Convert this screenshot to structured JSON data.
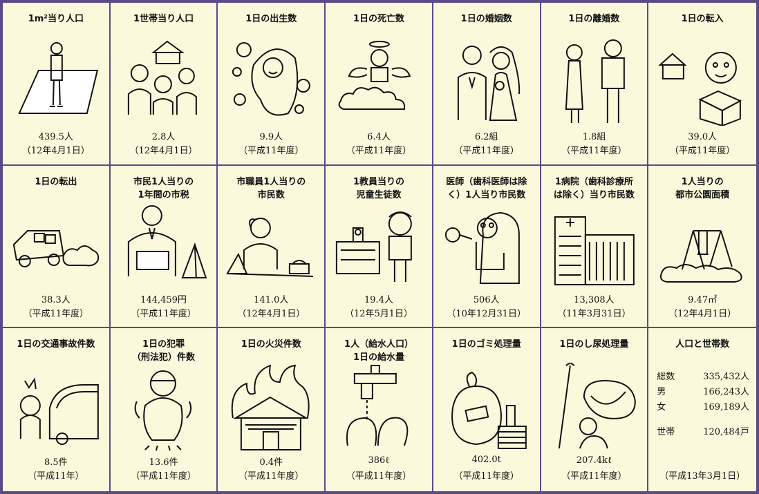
{
  "cells": [
    {
      "title": "1m²当り人口",
      "value": "439.5人",
      "note": "（12年4月1日）"
    },
    {
      "title": "1世帯当り人口",
      "value": "2.8人",
      "note": "（12年4月1日）"
    },
    {
      "title": "1日の出生数",
      "value": "9.9人",
      "note": "（平成11年度）"
    },
    {
      "title": "1日の死亡数",
      "value": "6.4人",
      "note": "（平成11年度）"
    },
    {
      "title": "1日の婚姻数",
      "value": "6.2組",
      "note": "（平成11年度）"
    },
    {
      "title": "1日の離婚数",
      "value": "1.8組",
      "note": "（平成11年度）"
    },
    {
      "title": "1日の転入",
      "value": "39.0人",
      "note": "（平成11年度）"
    },
    {
      "title": "1日の転出",
      "value": "38.3人",
      "note": "（平成11年度）"
    },
    {
      "title": "市民1人当りの\n1年間の市税",
      "value": "144,459円",
      "note": "（平成11年度）"
    },
    {
      "title": "市職員1人当りの\n市民数",
      "value": "141.0人",
      "note": "（12年4月1日）"
    },
    {
      "title": "1教員当りの\n児童生徒数",
      "value": "19.4人",
      "note": "（12年5月1日）"
    },
    {
      "title": "医師（歯科医師は除\nく）1人当り市民数",
      "value": "506人",
      "note": "（10年12月31日）"
    },
    {
      "title": "1病院（歯科診療所\nは除く）当り市民数",
      "value": "13,308人",
      "note": "（11年3月31日）"
    },
    {
      "title": "1人当りの\n都市公園面積",
      "value": "9.47㎡",
      "note": "（12年4月1日）"
    },
    {
      "title": "1日の交通事故件数",
      "value": "8.5件",
      "note": "（平成11年）"
    },
    {
      "title": "1日の犯罪\n（刑法犯）件数",
      "value": "13.6件",
      "note": "（平成11年度）"
    },
    {
      "title": "1日の火災件数",
      "value": "0.4件",
      "note": "（平成11年度）"
    },
    {
      "title": "1人（給水人口）\n1日の給水量",
      "value": "386ℓ",
      "note": "（平成11年度）"
    },
    {
      "title": "1日のゴミ処理量",
      "value": "402.0t",
      "note": "（平成11年度）"
    },
    {
      "title": "1日のし尿処理量",
      "value": "207.4kℓ",
      "note": "（平成11年度）"
    }
  ],
  "population": {
    "title": "人口と世帯数",
    "total_label": "総数",
    "total_value": "335,432人",
    "male_label": "男",
    "male_value": "166,243人",
    "female_label": "女",
    "female_value": "169,189人",
    "households_label": "世帯",
    "households_value": "120,484戸",
    "note": "（平成13年3月1日）"
  },
  "colors": {
    "background": "#fbf9dc",
    "border": "#5b4a86"
  },
  "icons": [
    "standing-man-icon",
    "family-house-icon",
    "baby-bubbles-icon",
    "angel-cloud-icon",
    "wedding-couple-icon",
    "separated-couple-icon",
    "moving-in-icon",
    "moving-truck-icon",
    "taxpayer-pyramid-icon",
    "office-worker-icon",
    "school-teacher-icon",
    "doctor-stethoscope-icon",
    "hospital-building-icon",
    "park-swing-icon",
    "traffic-accident-icon",
    "masked-thief-icon",
    "house-fire-icon",
    "water-tap-icon",
    "garbage-bag-icon",
    "sewage-worker-icon"
  ]
}
